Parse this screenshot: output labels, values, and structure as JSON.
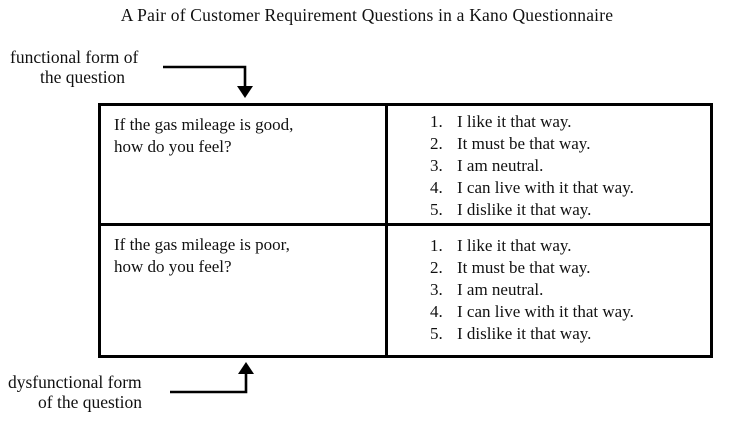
{
  "page": {
    "title": "A Pair of Customer Requirement Questions in a Kano Questionnaire"
  },
  "labels": {
    "functional": {
      "line1": "functional form of",
      "line2": "the question"
    },
    "dysfunctional": {
      "line1": "dysfunctional form",
      "line2": "of the question"
    }
  },
  "table": {
    "rows": [
      {
        "question_line1": "If the gas mileage is good,",
        "question_line2": "how do you feel?",
        "options": [
          {
            "num": "1.",
            "text": "I like it that way."
          },
          {
            "num": "2.",
            "text": "It must be that way."
          },
          {
            "num": "3.",
            "text": "I am neutral."
          },
          {
            "num": "4.",
            "text": "I can live with it that way."
          },
          {
            "num": "5.",
            "text": "I dislike it that way."
          }
        ]
      },
      {
        "question_line1": "If the gas mileage is poor,",
        "question_line2": "how do you feel?",
        "options": [
          {
            "num": "1.",
            "text": "I like it that way."
          },
          {
            "num": "2.",
            "text": "It must be that way."
          },
          {
            "num": "3.",
            "text": "I am neutral."
          },
          {
            "num": "4.",
            "text": "I can live with it that way."
          },
          {
            "num": "5.",
            "text": "I dislike it that way."
          }
        ]
      }
    ]
  },
  "colors": {
    "text": "#111111",
    "border": "#000000",
    "background": "#ffffff"
  }
}
